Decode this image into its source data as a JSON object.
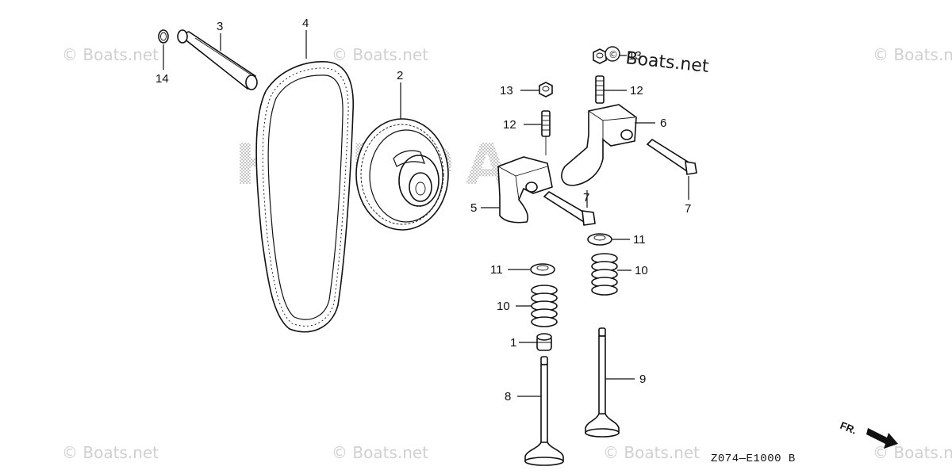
{
  "watermarks": {
    "brand": "© Boats.net",
    "overlay_text": "Boats.net",
    "dark_prefix": "©"
  },
  "background_logo": "HONDA",
  "callouts": [
    {
      "id": "c14",
      "label": "14"
    },
    {
      "id": "c3",
      "label": "3"
    },
    {
      "id": "c4",
      "label": "4"
    },
    {
      "id": "c2",
      "label": "2"
    },
    {
      "id": "c13a",
      "label": "13"
    },
    {
      "id": "c13b",
      "label": "13"
    },
    {
      "id": "c12a",
      "label": "12"
    },
    {
      "id": "c12b",
      "label": "12"
    },
    {
      "id": "c6",
      "label": "6"
    },
    {
      "id": "c5",
      "label": "5"
    },
    {
      "id": "c7a",
      "label": "7"
    },
    {
      "id": "c7b",
      "label": "7"
    },
    {
      "id": "c11a",
      "label": "11"
    },
    {
      "id": "c11b",
      "label": "11"
    },
    {
      "id": "c10a",
      "label": "10"
    },
    {
      "id": "c10b",
      "label": "10"
    },
    {
      "id": "c1",
      "label": "1"
    },
    {
      "id": "c9",
      "label": "9"
    },
    {
      "id": "c8",
      "label": "8"
    }
  ],
  "diagram_code": "Z074—E1000 B",
  "direction_label": "FR."
}
